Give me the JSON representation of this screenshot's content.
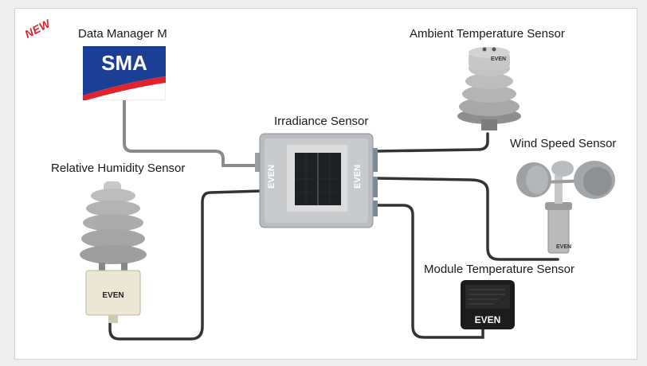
{
  "badge": "NEW",
  "labels": {
    "data_manager": "Data Manager M",
    "ambient": "Ambient Temperature Sensor",
    "irradiance": "Irradiance Sensor",
    "wind": "Wind Speed Sensor",
    "humidity": "Relative Humidity Sensor",
    "module": "Module Temperature Sensor"
  },
  "logos": {
    "sma": "SMA",
    "brand": "EVEN"
  },
  "colors": {
    "cable": "#333333",
    "cable_gray": "#8a8a8a",
    "sma_blue": "#1a3f94",
    "sma_red": "#e3232c",
    "badge": "#d8262c"
  }
}
